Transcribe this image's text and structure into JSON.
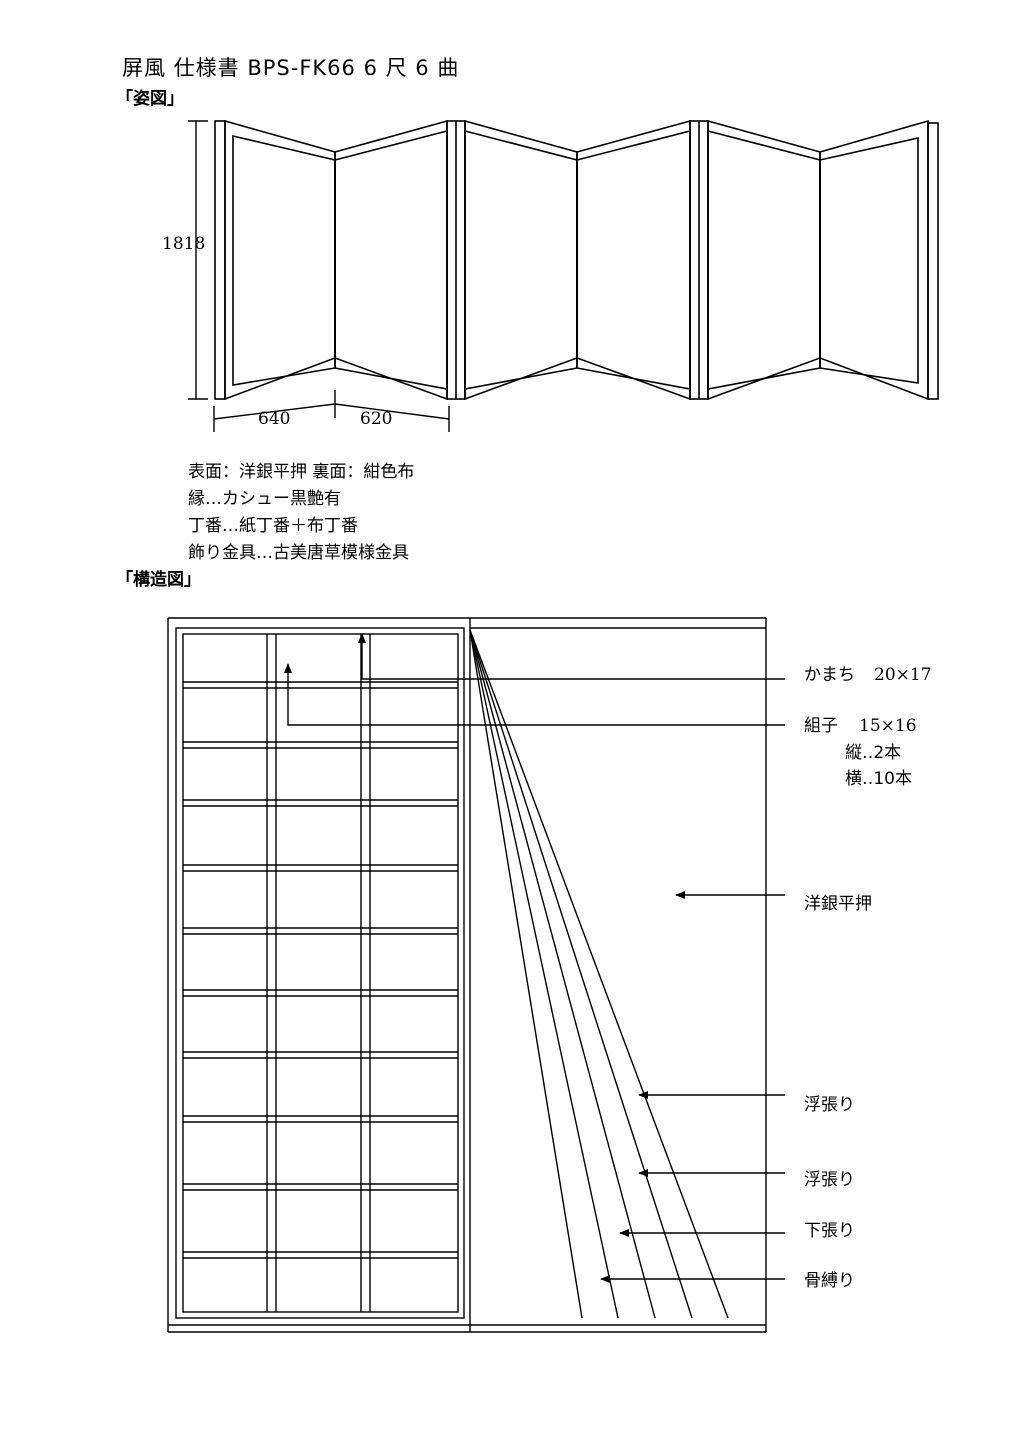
{
  "header": {
    "title": "屏風  仕様書  BPS-FK66    6 尺 6 曲"
  },
  "sections": {
    "appearance": "「姿図」",
    "structure": "「構造図」"
  },
  "dimensions": {
    "height": "1818",
    "panel_width_1": "640",
    "panel_width_2": "620"
  },
  "specs": [
    "表面：洋銀平押  裏面：紺色布",
    "縁…カシュー黒艶有",
    "丁番…紙丁番＋布丁番",
    "飾り金具…古美唐草模様金具"
  ],
  "labels": {
    "kamachi": "かまち",
    "kamachi_size": "20×17",
    "kumiko": "組子",
    "kumiko_size": "15×16",
    "vertical": "縦‥2本",
    "horizontal": "横‥10本",
    "surface": "洋銀平押",
    "ukibari_1": "浮張り",
    "ukibari_2": "浮張り",
    "shitabari": "下張り",
    "honeshibari": "骨縛り"
  }
}
